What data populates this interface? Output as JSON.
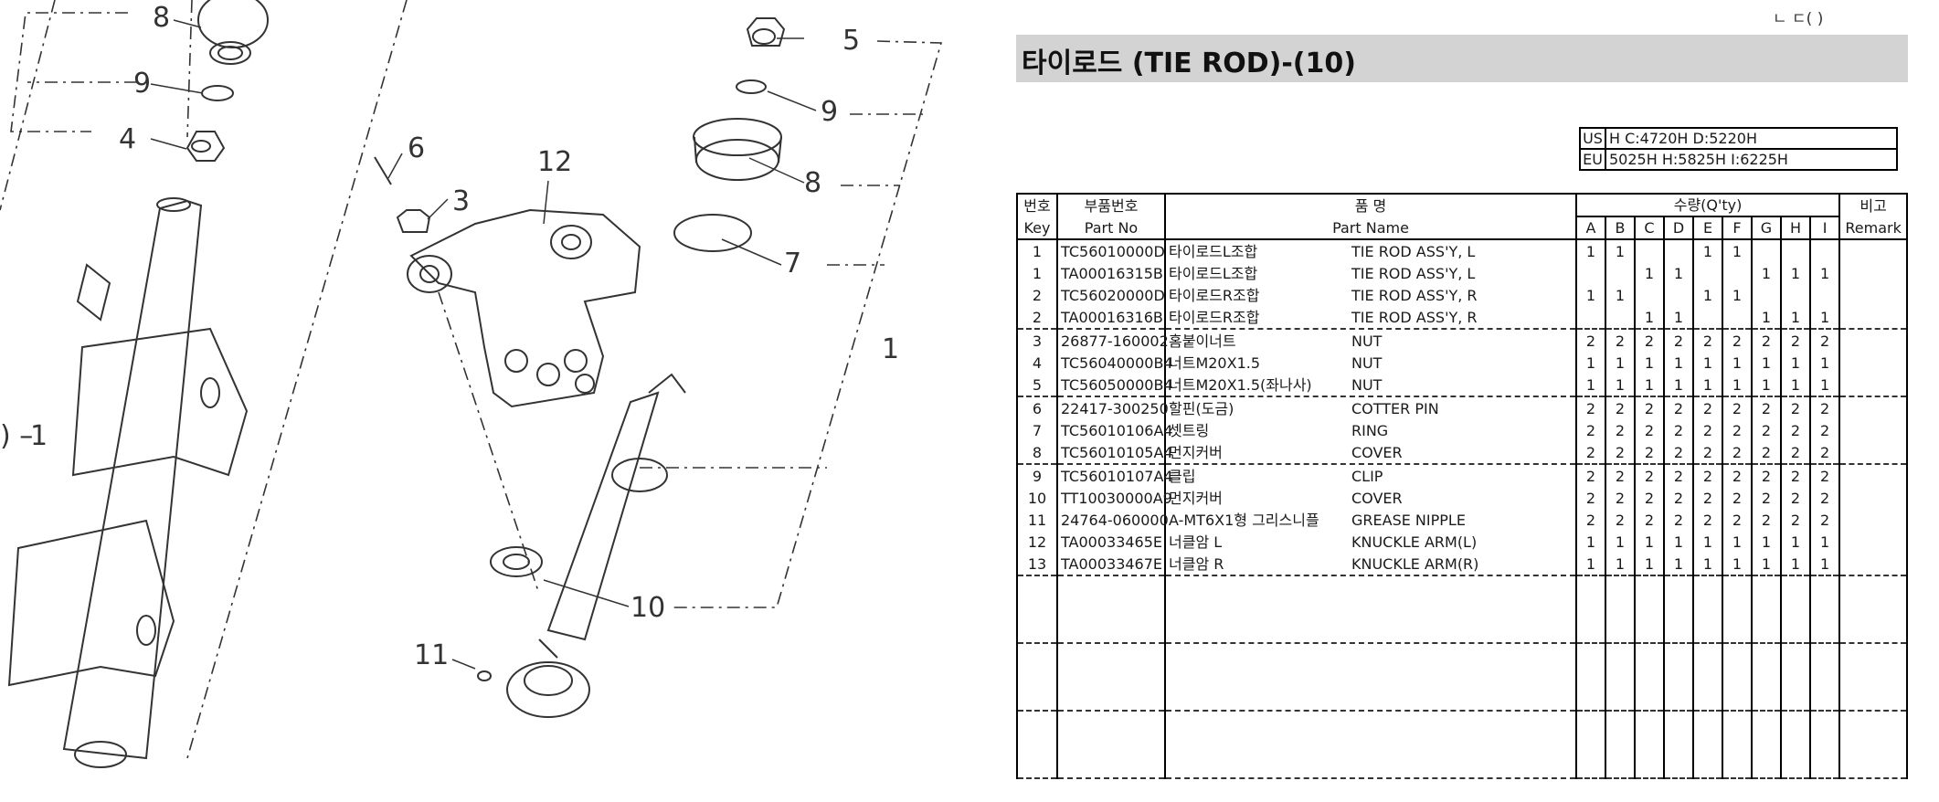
{
  "drawing": {
    "callouts": [
      "8",
      "9",
      "4",
      "5",
      "9",
      "8",
      "7",
      "6",
      "3",
      "12",
      "1",
      "1",
      "10",
      "11"
    ],
    "callout_1_prefix": ") –"
  },
  "header": {
    "title": "타이로드 (TIE ROD)-(10)",
    "corner_text": "ㄴ ㄷ(              )"
  },
  "models": [
    {
      "label": "US",
      "value": "H C:4720H D:5220H"
    },
    {
      "label": "EU",
      "value": "5025H H:5825H I:6225H"
    }
  ],
  "table": {
    "headers": {
      "key_ko": "번호",
      "key_en": "Key",
      "partno_ko": "부품번호",
      "partno_en": "Part No",
      "name_ko": "품 명",
      "name_en": "Part Name",
      "qty": "수량(Q'ty)",
      "remark_ko": "비고",
      "remark_en": "Remark",
      "qty_cols": [
        "A",
        "B",
        "C",
        "D",
        "E",
        "F",
        "G",
        "H",
        "I"
      ]
    },
    "rows": [
      {
        "key": "1",
        "part_no": "TC56010000D",
        "name_ko": "타이로드L조합",
        "name_en": "TIE ROD ASS'Y, L",
        "qty": [
          "1",
          "1",
          "",
          "",
          "1",
          "1",
          "",
          "",
          ""
        ],
        "remark": ""
      },
      {
        "key": "1",
        "part_no": "TA00016315B",
        "name_ko": "타이로드L조합",
        "name_en": "TIE ROD ASS'Y, L",
        "qty": [
          "",
          "",
          "1",
          "1",
          "",
          "",
          "1",
          "1",
          "1"
        ],
        "remark": ""
      },
      {
        "key": "2",
        "part_no": "TC56020000D",
        "name_ko": "타이로드R조합",
        "name_en": "TIE ROD ASS'Y, R",
        "qty": [
          "1",
          "1",
          "",
          "",
          "1",
          "1",
          "",
          "",
          ""
        ],
        "remark": ""
      },
      {
        "key": "2",
        "part_no": "TA00016316B",
        "name_ko": "타이로드R조합",
        "name_en": "TIE ROD ASS'Y, R",
        "qty": [
          "",
          "",
          "1",
          "1",
          "",
          "",
          "1",
          "1",
          "1"
        ],
        "remark": ""
      },
      {
        "key": "3",
        "part_no": "26877-160002",
        "name_ko": "홈붙이너트",
        "name_en": "NUT",
        "qty": [
          "2",
          "2",
          "2",
          "2",
          "2",
          "2",
          "2",
          "2",
          "2"
        ],
        "remark": ""
      },
      {
        "key": "4",
        "part_no": "TC56040000B4",
        "name_ko": "너트M20X1.5",
        "name_en": "NUT",
        "qty": [
          "1",
          "1",
          "1",
          "1",
          "1",
          "1",
          "1",
          "1",
          "1"
        ],
        "remark": ""
      },
      {
        "key": "5",
        "part_no": "TC56050000B4",
        "name_ko": "너트M20X1.5(좌나사)",
        "name_en": "NUT",
        "qty": [
          "1",
          "1",
          "1",
          "1",
          "1",
          "1",
          "1",
          "1",
          "1"
        ],
        "remark": ""
      },
      {
        "key": "6",
        "part_no": "22417-300250",
        "name_ko": "할핀(도금)",
        "name_en": "COTTER PIN",
        "qty": [
          "2",
          "2",
          "2",
          "2",
          "2",
          "2",
          "2",
          "2",
          "2"
        ],
        "remark": ""
      },
      {
        "key": "7",
        "part_no": "TC56010106A4",
        "name_ko": "셋트링",
        "name_en": "RING",
        "qty": [
          "2",
          "2",
          "2",
          "2",
          "2",
          "2",
          "2",
          "2",
          "2"
        ],
        "remark": ""
      },
      {
        "key": "8",
        "part_no": "TC56010105A4",
        "name_ko": "먼지커버",
        "name_en": "COVER",
        "qty": [
          "2",
          "2",
          "2",
          "2",
          "2",
          "2",
          "2",
          "2",
          "2"
        ],
        "remark": ""
      },
      {
        "key": "9",
        "part_no": "TC56010107A4",
        "name_ko": "클립",
        "name_en": "CLIP",
        "qty": [
          "2",
          "2",
          "2",
          "2",
          "2",
          "2",
          "2",
          "2",
          "2"
        ],
        "remark": ""
      },
      {
        "key": "10",
        "part_no": "TT10030000A9",
        "name_ko": "먼지커버",
        "name_en": "COVER",
        "qty": [
          "2",
          "2",
          "2",
          "2",
          "2",
          "2",
          "2",
          "2",
          "2"
        ],
        "remark": ""
      },
      {
        "key": "11",
        "part_no": "24764-060000",
        "name_ko": "A-MT6X1형 그리스니플",
        "name_en": "GREASE NIPPLE",
        "qty": [
          "2",
          "2",
          "2",
          "2",
          "2",
          "2",
          "2",
          "2",
          "2"
        ],
        "remark": ""
      },
      {
        "key": "12",
        "part_no": "TA00033465E",
        "name_ko": "너클암 L",
        "name_en": "KNUCKLE ARM(L)",
        "qty": [
          "1",
          "1",
          "1",
          "1",
          "1",
          "1",
          "1",
          "1",
          "1"
        ],
        "remark": ""
      },
      {
        "key": "13",
        "part_no": "TA00033467E",
        "name_ko": "너클암 R",
        "name_en": "KNUCKLE ARM(R)",
        "qty": [
          "1",
          "1",
          "1",
          "1",
          "1",
          "1",
          "1",
          "1",
          "1"
        ],
        "remark": ""
      }
    ]
  }
}
